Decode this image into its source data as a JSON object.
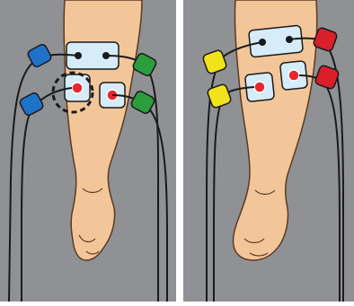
{
  "figure": {
    "background_color": "#8f9194",
    "divider_color": "#ffffff",
    "skin_color": "#f3c69a",
    "skin_outline": "#5b3a22",
    "pad_color": "#d6ecf8",
    "electrode_dot_color": "#e8262e",
    "lead_color": "#1a1a1a"
  },
  "panels": [
    {
      "name": "left-leg",
      "leads": [
        {
          "name": "upper-left-lead",
          "clip_color": "#1e73c9"
        },
        {
          "name": "lower-left-lead",
          "clip_color": "#1e73c9"
        },
        {
          "name": "upper-right-lead",
          "clip_color": "#2a9d3d"
        },
        {
          "name": "lower-right-lead",
          "clip_color": "#2a9d3d"
        }
      ],
      "highlight": "dashed-circle-around-electrode"
    },
    {
      "name": "right-leg",
      "leads": [
        {
          "name": "upper-left-lead",
          "clip_color": "#f2e21b"
        },
        {
          "name": "lower-left-lead",
          "clip_color": "#f2e21b"
        },
        {
          "name": "upper-right-lead",
          "clip_color": "#d81f2a"
        },
        {
          "name": "lower-right-lead",
          "clip_color": "#d81f2a"
        }
      ]
    }
  ]
}
